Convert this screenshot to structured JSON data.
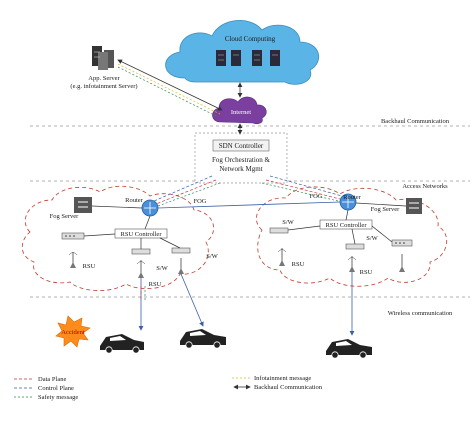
{
  "cloud": {
    "label": "Cloud Computing"
  },
  "app_server": {
    "line1": "App. Server",
    "line2": "(e.g. infotainment Server)"
  },
  "internet": {
    "label": "Internet"
  },
  "layers": {
    "backhaul": "Backhaul Communication",
    "access": "Access Networks",
    "wireless": "Wireless communication"
  },
  "controller": {
    "sdn": "SDN Controller",
    "fog_line1": "Fog Orchestration &",
    "fog_line2": "Network Mgmt"
  },
  "left_fog": {
    "router": "Router",
    "server": "Fog Server",
    "rsu_controller": "RSU Controller",
    "rsu_a": "RSU",
    "rsu_b": "RSU",
    "sw_a": "S/W",
    "sw_b": "S/W"
  },
  "right_fog": {
    "router": "Router",
    "server": "Fog Server",
    "rsu_controller": "RSU Controller",
    "rsu_a": "RSU",
    "rsu_b": "RSU",
    "sw_a": "S/W",
    "sw_b": "S/W"
  },
  "fog_link": {
    "left": "FOG",
    "right": "FOG"
  },
  "accident": "Accident",
  "legend": {
    "data_plane": "Data Plane",
    "control_plane": "Control Plane",
    "safety_message": "Safety message",
    "infotainment_message": "Infotainment message",
    "backhaul_comm": "Backhaul Communication"
  },
  "colors": {
    "cloud": "#5ab4e6",
    "internet": "#7b3fa0",
    "data_plane": "#cc3333",
    "control_plane": "#3a5fa8",
    "safety": "#2e8b57",
    "infotainment": "#e6b422",
    "fog_boundary": "#c0392b",
    "accident": "#ff8c1a"
  }
}
